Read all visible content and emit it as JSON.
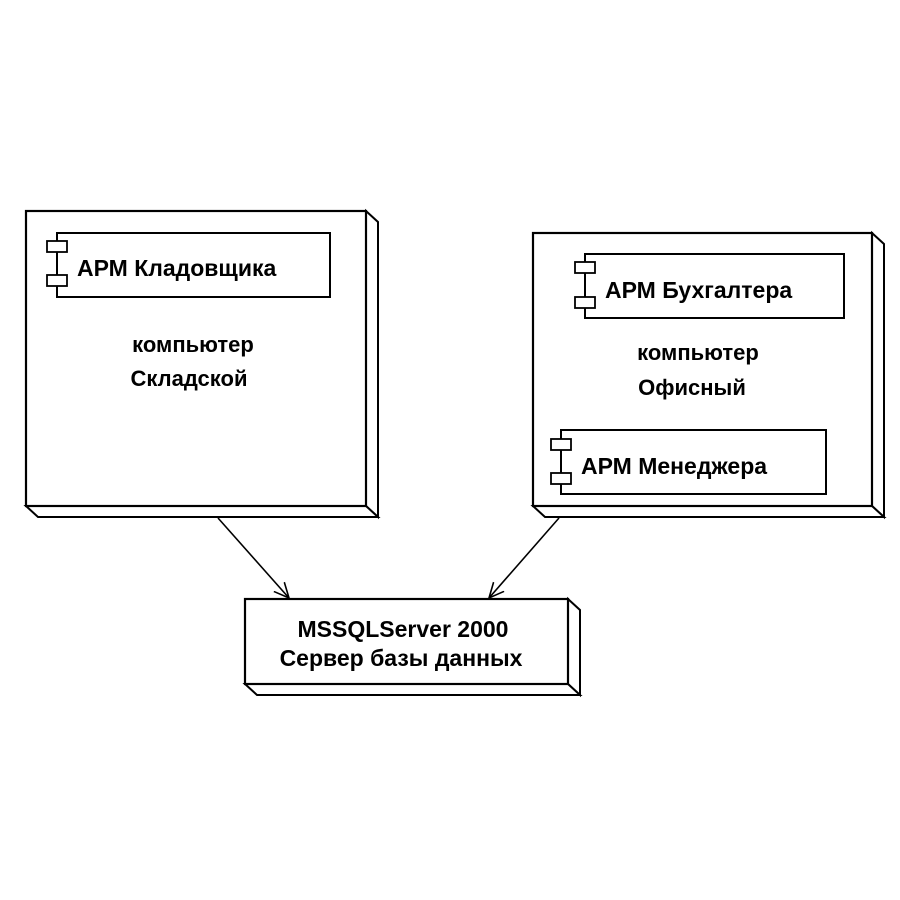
{
  "nodes": {
    "warehouse": {
      "line1": "компьютер",
      "line2": "Складской",
      "component": "АРМ Кладовщика"
    },
    "office": {
      "line1": "компьютер",
      "line2": "Офисный",
      "components": [
        "АРМ Бухгалтера",
        "АРМ Менеджера"
      ]
    },
    "db_server": {
      "line1": "MSSQLServer 2000",
      "line2": "Сервер базы данных"
    }
  }
}
